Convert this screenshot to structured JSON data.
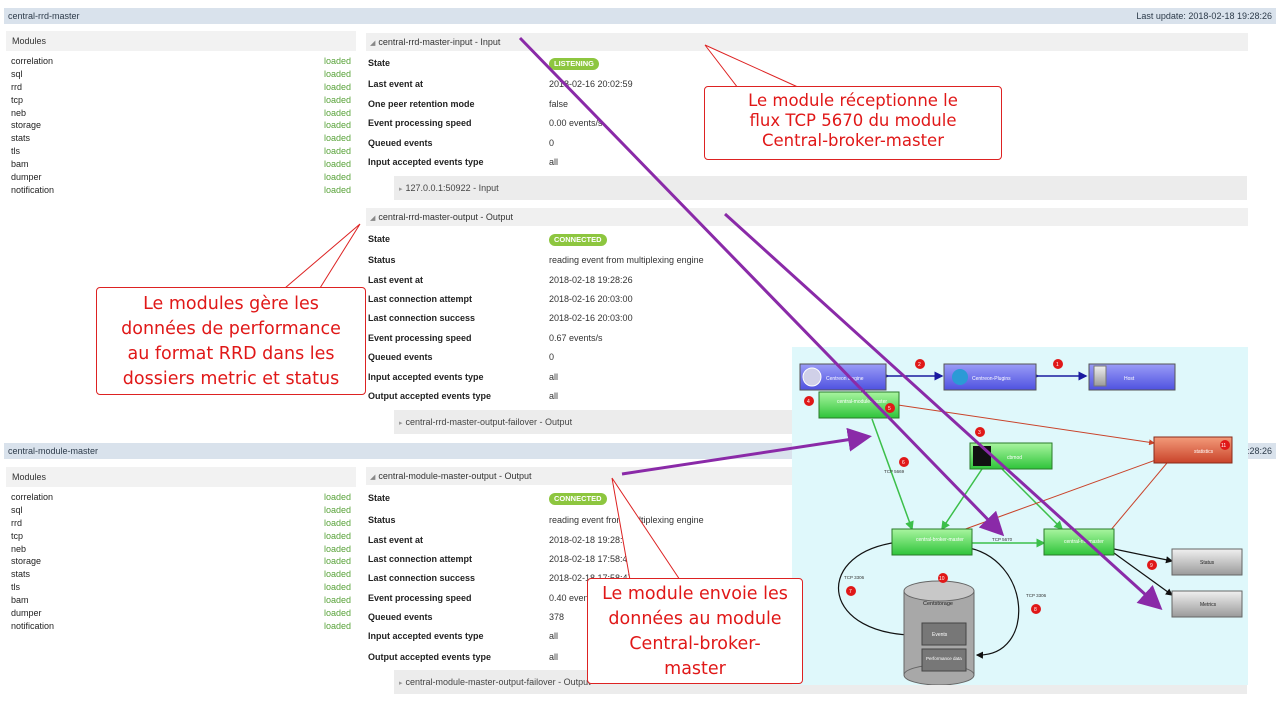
{
  "rrd_section": {
    "title": "central-rrd-master",
    "last_update": "Last update: 2018-02-18 19:28:26"
  },
  "module_section": {
    "title": "central-module-master",
    "last_update": "19:28:26"
  },
  "modules_header": "Modules",
  "modules": [
    {
      "name": "correlation",
      "status": "loaded"
    },
    {
      "name": "sql",
      "status": "loaded"
    },
    {
      "name": "rrd",
      "status": "loaded"
    },
    {
      "name": "tcp",
      "status": "loaded"
    },
    {
      "name": "neb",
      "status": "loaded"
    },
    {
      "name": "storage",
      "status": "loaded"
    },
    {
      "name": "stats",
      "status": "loaded"
    },
    {
      "name": "tls",
      "status": "loaded"
    },
    {
      "name": "bam",
      "status": "loaded"
    },
    {
      "name": "dumper",
      "status": "loaded"
    },
    {
      "name": "notification",
      "status": "loaded"
    }
  ],
  "rrd_input": {
    "title": "central-rrd-master-input - Input",
    "rows": [
      {
        "k": "State",
        "v": "LISTENING",
        "badge": true
      },
      {
        "k": "Last event at",
        "v": "2018-02-16 20:02:59"
      },
      {
        "k": "One peer retention mode",
        "v": "false"
      },
      {
        "k": "Event processing speed",
        "v": "0.00 events/s"
      },
      {
        "k": "Queued events",
        "v": "0"
      },
      {
        "k": "Input accepted events type",
        "v": "all"
      }
    ],
    "sub": "127.0.0.1:50922 - Input"
  },
  "rrd_output": {
    "title": "central-rrd-master-output - Output",
    "rows": [
      {
        "k": "State",
        "v": "CONNECTED",
        "badge": true
      },
      {
        "k": "Status",
        "v": "reading event from multiplexing engine"
      },
      {
        "k": "Last event at",
        "v": "2018-02-18 19:28:26"
      },
      {
        "k": "Last connection attempt",
        "v": "2018-02-16 20:03:00"
      },
      {
        "k": "Last connection success",
        "v": "2018-02-16 20:03:00"
      },
      {
        "k": "Event processing speed",
        "v": "0.67 events/s"
      },
      {
        "k": "Queued events",
        "v": "0"
      },
      {
        "k": "Input accepted events type",
        "v": "all"
      },
      {
        "k": "Output accepted events type",
        "v": "all"
      }
    ],
    "sub": "central-rrd-master-output-failover - Output"
  },
  "module_output": {
    "title": "central-module-master-output - Output",
    "rows": [
      {
        "k": "State",
        "v": "CONNECTED",
        "badge": true
      },
      {
        "k": "Status",
        "v": "reading event from multiplexing engine"
      },
      {
        "k": "Last event at",
        "v": "2018-02-18 19:28:26"
      },
      {
        "k": "Last connection attempt",
        "v": "2018-02-18 17:58:47"
      },
      {
        "k": "Last connection success",
        "v": "2018-02-18 17:58:47"
      },
      {
        "k": "Event processing speed",
        "v": "0.40 events/s"
      },
      {
        "k": "Queued events",
        "v": "378"
      },
      {
        "k": "Input accepted events type",
        "v": "all"
      },
      {
        "k": "Output accepted events type",
        "v": "all"
      }
    ],
    "sub": "central-module-master-output-failover - Output"
  },
  "callouts": {
    "input": [
      "Le module réceptionne le",
      "flux TCP 5670 du module",
      "Central-broker-master"
    ],
    "rrd": [
      "Le modules gère les",
      "données de performance",
      "au format RRD dans les",
      "dossiers metric et status"
    ],
    "module": [
      "Le module envoie les",
      "données au module",
      "Central-broker-",
      "master"
    ]
  },
  "diagram": {
    "nodes": {
      "engine": "Centreon Engine",
      "plugins": "Centreon-Plugins",
      "host": "Host",
      "module_master": "central-module-master",
      "cbmod": "cbmod",
      "broker_master": "central-broker-master",
      "rrd_master": "central-rrd-master",
      "statistics": "statistics",
      "status": "Status",
      "metrics": "Metrics",
      "db": "Centstorage",
      "events": "Events",
      "perf": "Performance data"
    },
    "edge_labels": {
      "tcp5669": "TCP 5669",
      "tcp5670": "TCP 5670",
      "tcp3306a": "TCP 3306",
      "tcp3306b": "TCP 3306"
    },
    "badges": [
      "1",
      "2",
      "3",
      "4",
      "5",
      "6",
      "7",
      "8",
      "9",
      "10",
      "11"
    ]
  },
  "colors": {
    "loaded": "#59a33a",
    "badge": "#8dc63f",
    "callout": "#e01818",
    "arrow": "#8a2aa8"
  }
}
